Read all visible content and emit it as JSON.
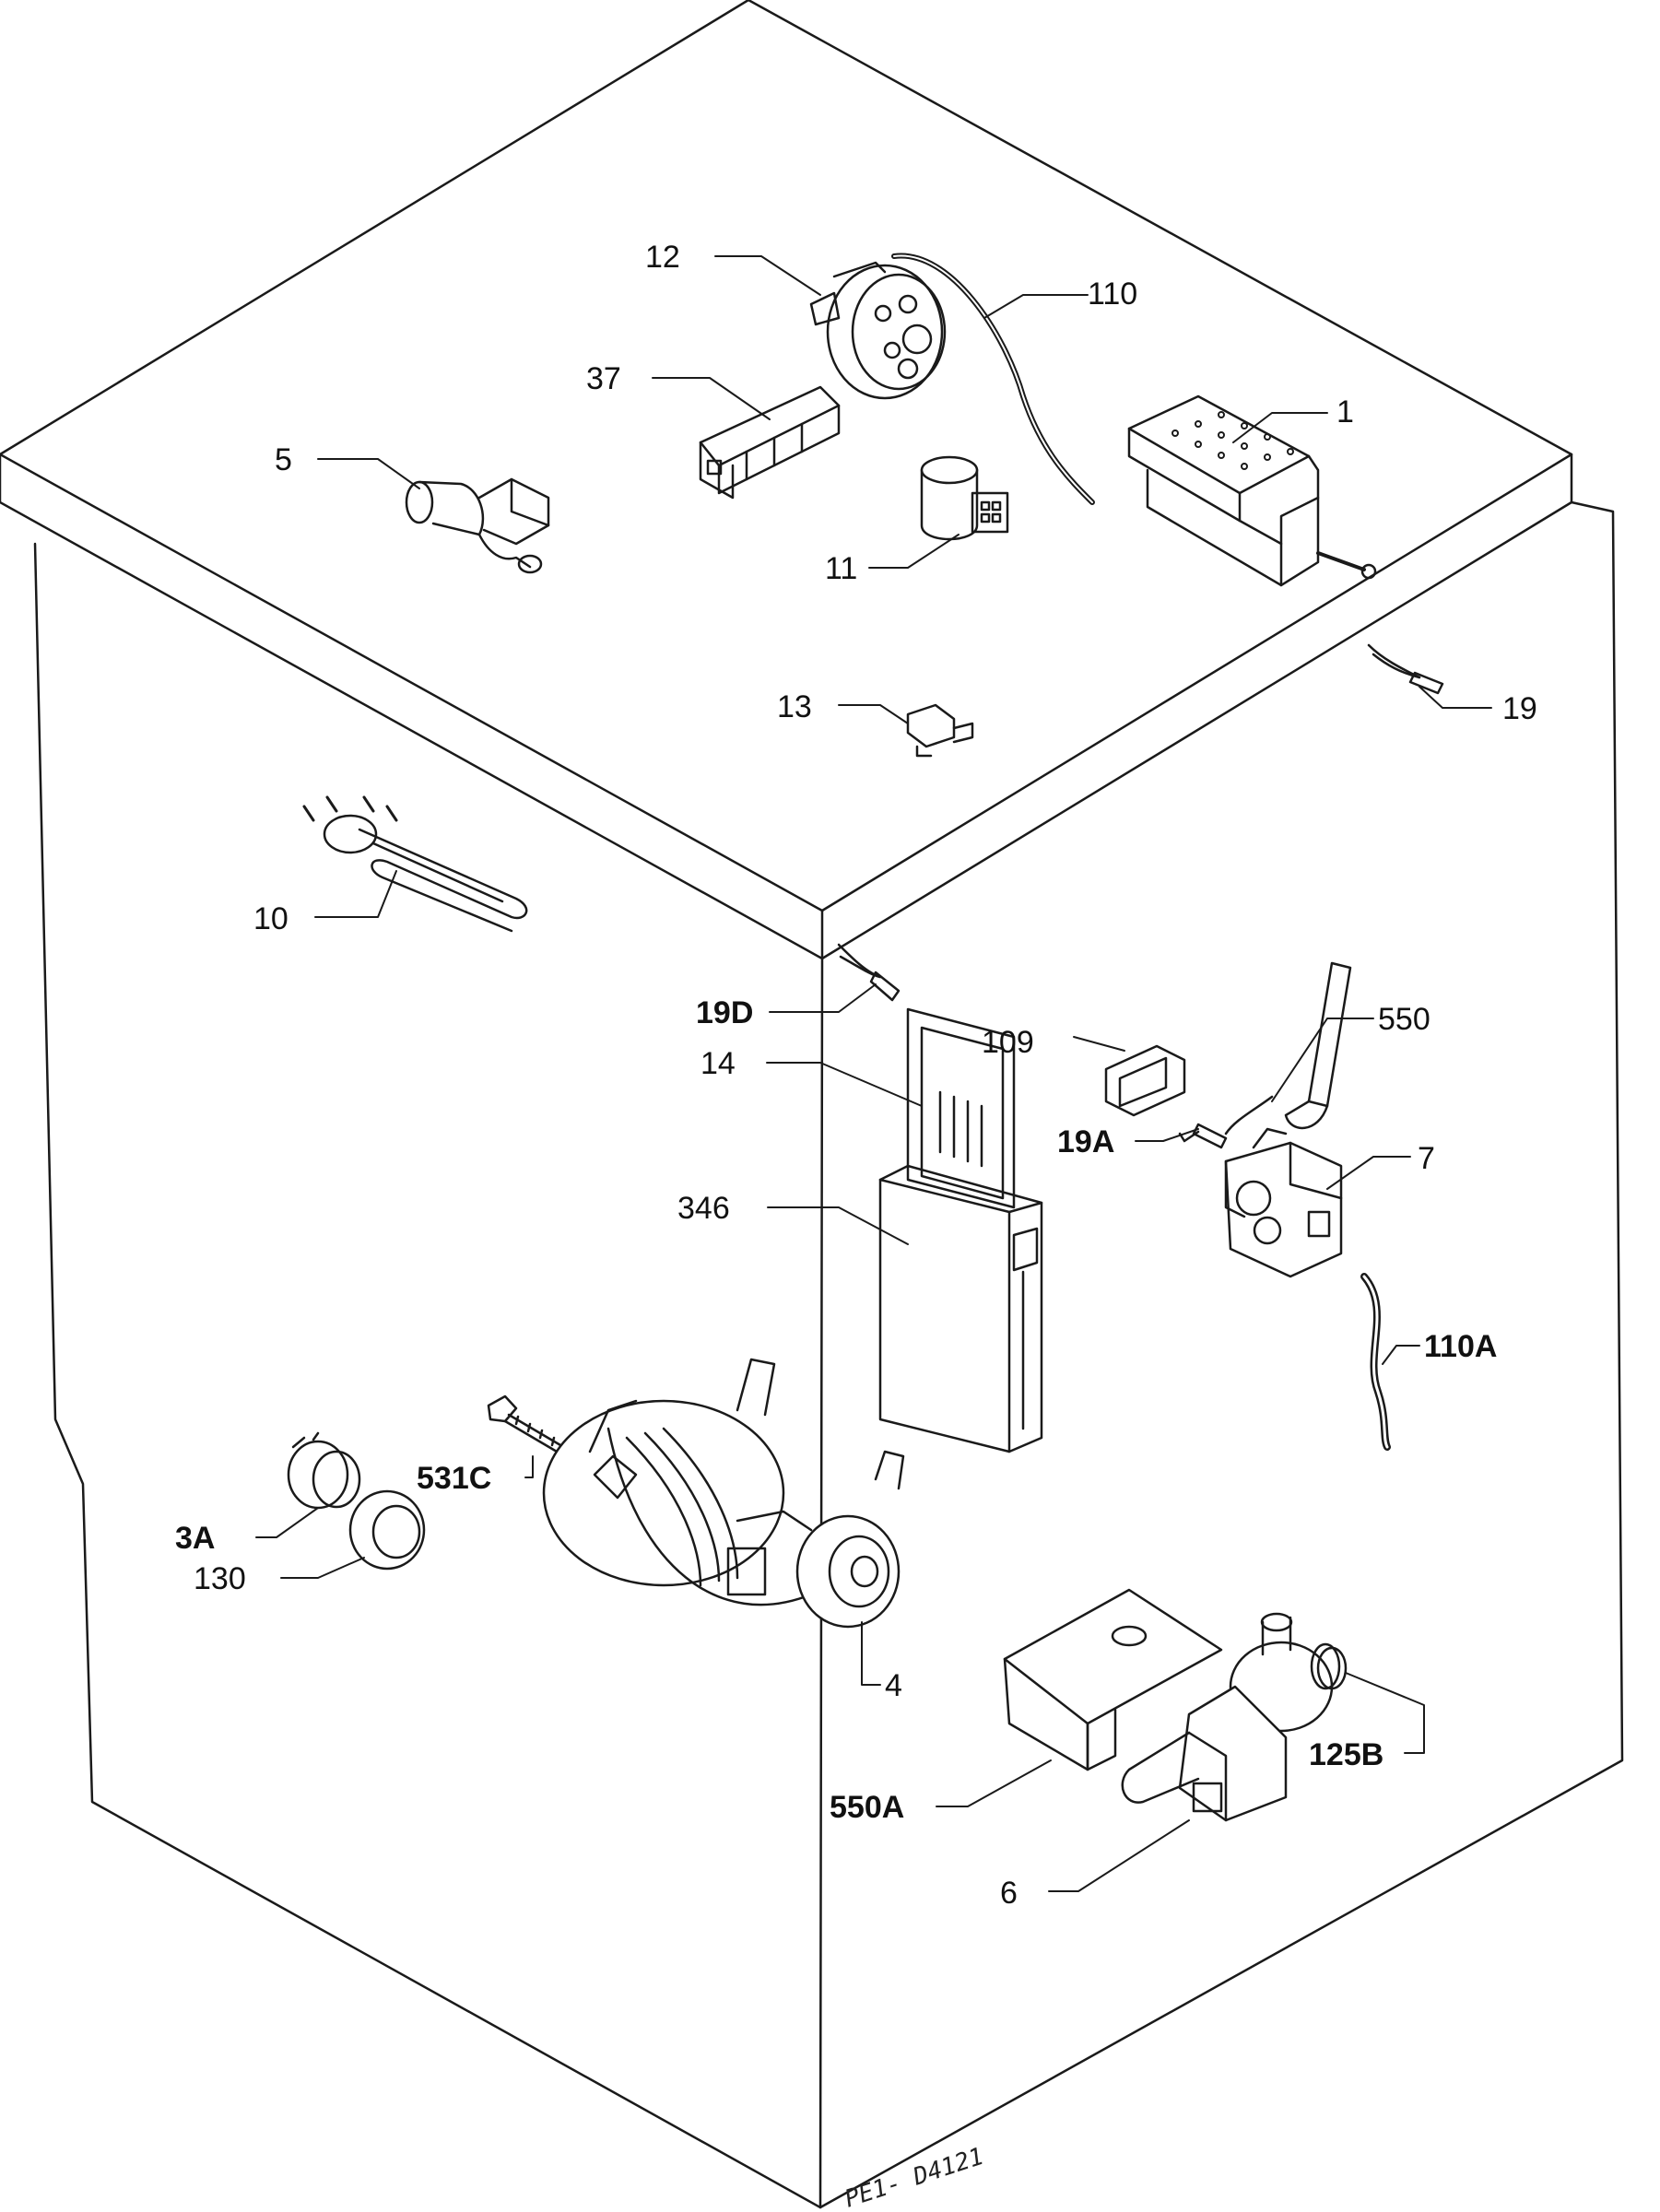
{
  "diagram": {
    "drawing_code": "PE1- D4121",
    "colors": {
      "ink": "#1a1a1a",
      "paper": "#ffffff"
    },
    "labels": {
      "p12": "12",
      "p110": "110",
      "p1": "1",
      "p37": "37",
      "p5": "5",
      "p11": "11",
      "p13": "13",
      "p19": "19",
      "p10": "10",
      "p19d": "19D",
      "p109": "109",
      "p550": "550",
      "p14": "14",
      "p19a": "19A",
      "p7": "7",
      "p346": "346",
      "p110a": "110A",
      "p531c": "531C",
      "p3a": "3A",
      "p130": "130",
      "p4": "4",
      "p125b": "125B",
      "p550a": "550A",
      "p6": "6"
    }
  }
}
